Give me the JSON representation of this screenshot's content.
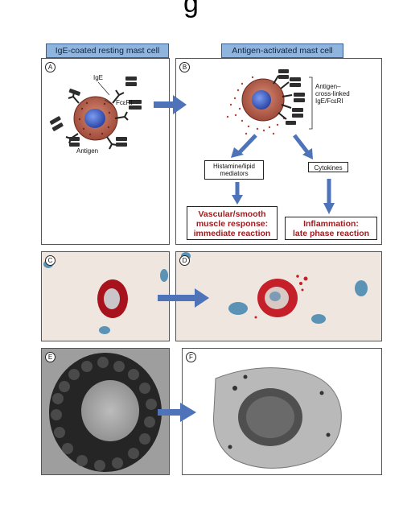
{
  "title_fragment": "g",
  "headers": {
    "left": "IgE-coated resting mast cell",
    "right": "Antigen-activated mast cell"
  },
  "badges": [
    "A",
    "B",
    "C",
    "D",
    "E",
    "F"
  ],
  "panel_a": {
    "ige": "IgE",
    "fceri": "FcεRI",
    "antigen": "Antigen"
  },
  "panel_b": {
    "crosslink": [
      "Antigen–",
      "cross-linked",
      "IgE/FcεRI"
    ],
    "mediators": [
      "Histamine/lipid",
      "mediators"
    ],
    "cytokines": "Cytokines",
    "vascular": [
      "Vascular/smooth",
      "muscle response:",
      "immediate reaction"
    ],
    "inflammation": [
      "Inflammation:",
      "late phase reaction"
    ]
  },
  "colors": {
    "arrow": "#4e73b8",
    "header": "#8fb4de",
    "cell_body": "#b9604d",
    "nucleus": "#3b5bc6",
    "red_text": "#9b1d20"
  }
}
